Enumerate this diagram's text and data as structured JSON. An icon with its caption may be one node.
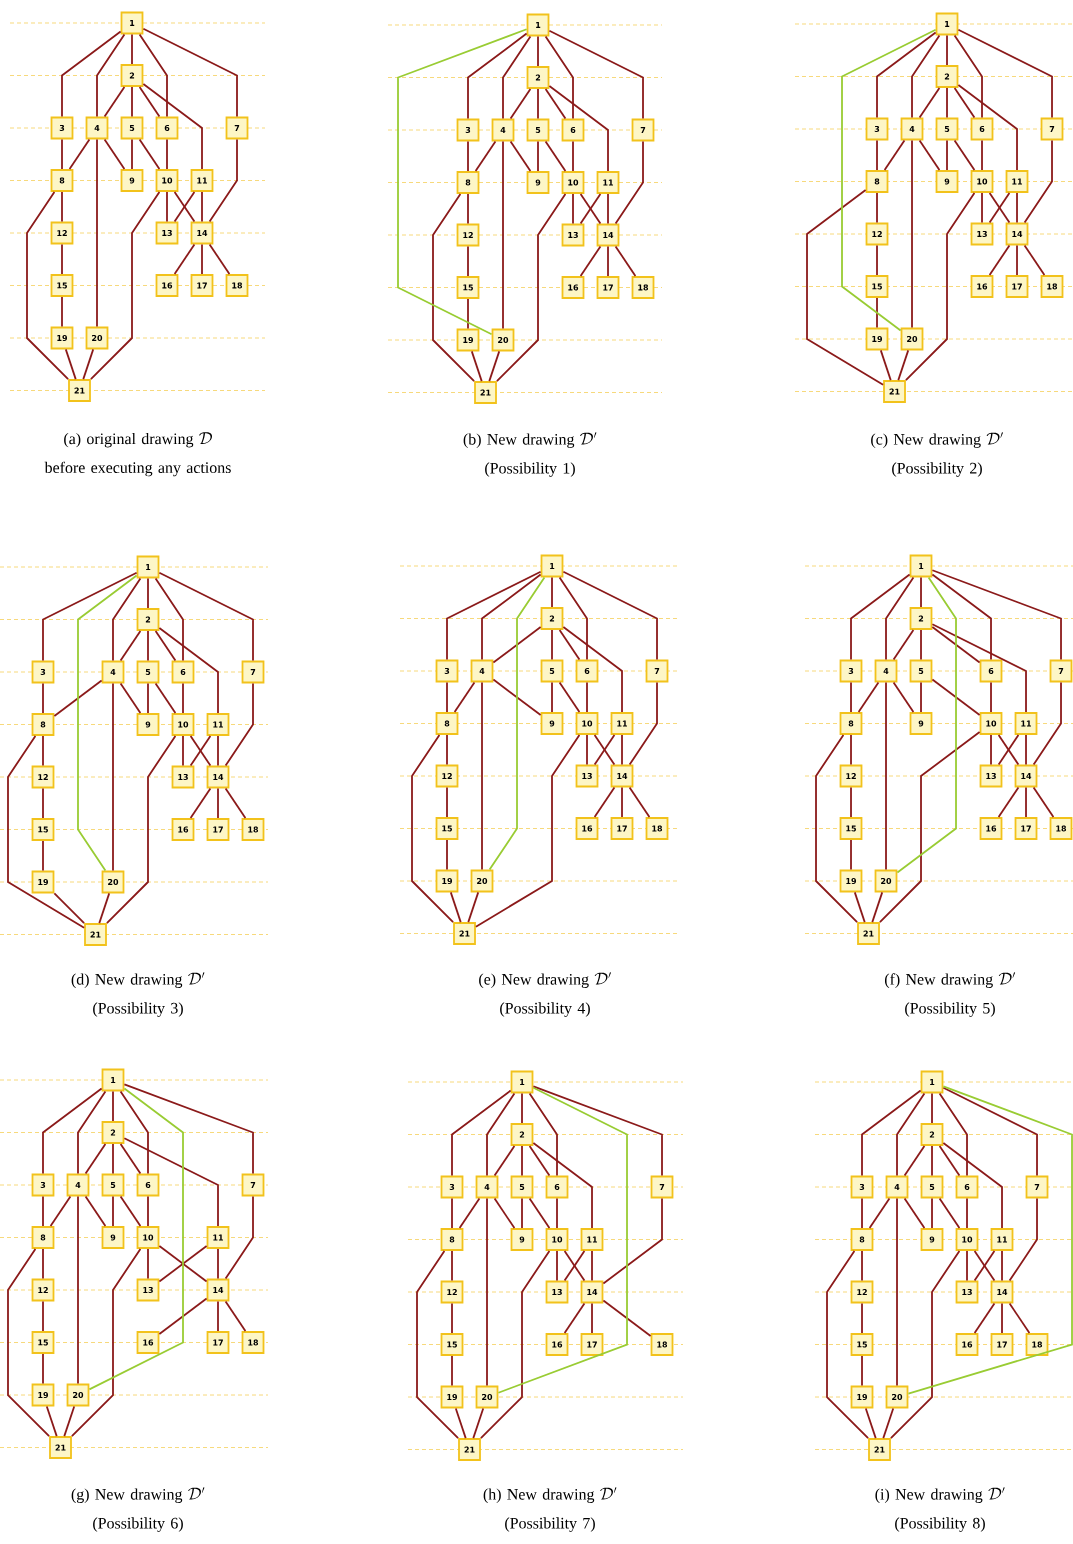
{
  "diagram": {
    "nodes": [
      {
        "text": [
          "1"
        ]
      },
      {
        "text": [
          "2"
        ]
      },
      {
        "text": [
          "3"
        ]
      },
      {
        "text": [
          "4"
        ]
      },
      {
        "text": [
          "5"
        ]
      },
      {
        "text": [
          "6"
        ]
      },
      {
        "text": [
          "7"
        ]
      },
      {
        "text": [
          "8"
        ]
      },
      {
        "text": [
          "9"
        ]
      },
      {
        "text": [
          "10"
        ]
      },
      {
        "text": [
          "11"
        ]
      },
      {
        "text": [
          "12"
        ]
      },
      {
        "text": [
          "13"
        ]
      },
      {
        "text": [
          "14"
        ]
      },
      {
        "text": [
          "15"
        ]
      },
      {
        "text": [
          "16"
        ]
      },
      {
        "text": [
          "17"
        ]
      },
      {
        "text": [
          "18"
        ]
      },
      {
        "text": [
          "19"
        ]
      },
      {
        "text": [
          "20"
        ]
      },
      {
        "text": [
          "21"
        ]
      },
      {
        "text": [
          "1"
        ]
      },
      {
        "text": [
          "2"
        ]
      },
      {
        "text": [
          "3"
        ]
      },
      {
        "text": [
          "4"
        ]
      },
      {
        "text": [
          "5"
        ]
      },
      {
        "text": [
          "6"
        ]
      },
      {
        "text": [
          "7"
        ]
      },
      {
        "text": [
          "8"
        ]
      },
      {
        "text": [
          "9"
        ]
      },
      {
        "text": [
          "10"
        ]
      },
      {
        "text": [
          "11"
        ]
      },
      {
        "text": [
          "12"
        ]
      },
      {
        "text": [
          "13"
        ]
      },
      {
        "text": [
          "14"
        ]
      },
      {
        "text": [
          "15"
        ]
      },
      {
        "text": [
          "16"
        ]
      },
      {
        "text": [
          "17"
        ]
      },
      {
        "text": [
          "18"
        ]
      },
      {
        "text": [
          "19"
        ]
      },
      {
        "text": [
          "20"
        ]
      },
      {
        "text": [
          "21"
        ]
      },
      {
        "text": [
          "1"
        ]
      },
      {
        "text": [
          "2"
        ]
      },
      {
        "text": [
          "3"
        ]
      },
      {
        "text": [
          "4"
        ]
      },
      {
        "text": [
          "5"
        ]
      },
      {
        "text": [
          "6"
        ]
      },
      {
        "text": [
          "7"
        ]
      },
      {
        "text": [
          "8"
        ]
      },
      {
        "text": [
          "9"
        ]
      },
      {
        "text": [
          "10"
        ]
      },
      {
        "text": [
          "11"
        ]
      },
      {
        "text": [
          "12"
        ]
      },
      {
        "text": [
          "13"
        ]
      },
      {
        "text": [
          "14"
        ]
      },
      {
        "text": [
          "15"
        ]
      },
      {
        "text": [
          "16"
        ]
      },
      {
        "text": [
          "17"
        ]
      },
      {
        "text": [
          "18"
        ]
      },
      {
        "text": [
          "19"
        ]
      },
      {
        "text": [
          "20"
        ]
      },
      {
        "text": [
          "21"
        ]
      },
      {
        "text": [
          "1"
        ]
      },
      {
        "text": [
          "2"
        ]
      },
      {
        "text": [
          "3"
        ]
      },
      {
        "text": [
          "4"
        ]
      },
      {
        "text": [
          "5"
        ]
      },
      {
        "text": [
          "6"
        ]
      },
      {
        "text": [
          "7"
        ]
      },
      {
        "text": [
          "8"
        ]
      },
      {
        "text": [
          "9"
        ]
      },
      {
        "text": [
          "10"
        ]
      },
      {
        "text": [
          "11"
        ]
      },
      {
        "text": [
          "12"
        ]
      },
      {
        "text": [
          "13"
        ]
      },
      {
        "text": [
          "14"
        ]
      },
      {
        "text": [
          "15"
        ]
      },
      {
        "text": [
          "16"
        ]
      },
      {
        "text": [
          "17"
        ]
      },
      {
        "text": [
          "18"
        ]
      },
      {
        "text": [
          "19"
        ]
      },
      {
        "text": [
          "20"
        ]
      },
      {
        "text": [
          "21"
        ]
      },
      {
        "text": [
          "1"
        ]
      },
      {
        "text": [
          "2"
        ]
      },
      {
        "text": [
          "3"
        ]
      },
      {
        "text": [
          "4"
        ]
      },
      {
        "text": [
          "5"
        ]
      },
      {
        "text": [
          "6"
        ]
      },
      {
        "text": [
          "7"
        ]
      },
      {
        "text": [
          "8"
        ]
      },
      {
        "text": [
          "9"
        ]
      },
      {
        "text": [
          "10"
        ]
      },
      {
        "text": [
          "11"
        ]
      },
      {
        "text": [
          "12"
        ]
      },
      {
        "text": [
          "13"
        ]
      },
      {
        "text": [
          "14"
        ]
      },
      {
        "text": [
          "15"
        ]
      },
      {
        "text": [
          "16"
        ]
      },
      {
        "text": [
          "17"
        ]
      },
      {
        "text": [
          "18"
        ]
      },
      {
        "text": [
          "19"
        ]
      },
      {
        "text": [
          "20"
        ]
      },
      {
        "text": [
          "21"
        ]
      },
      {
        "text": [
          "1"
        ]
      },
      {
        "text": [
          "2"
        ]
      },
      {
        "text": [
          "3"
        ]
      },
      {
        "text": [
          "4"
        ]
      },
      {
        "text": [
          "5"
        ]
      },
      {
        "text": [
          "6"
        ]
      },
      {
        "text": [
          "7"
        ]
      },
      {
        "text": [
          "8"
        ]
      },
      {
        "text": [
          "9"
        ]
      },
      {
        "text": [
          "10"
        ]
      },
      {
        "text": [
          "11"
        ]
      },
      {
        "text": [
          "12"
        ]
      },
      {
        "text": [
          "13"
        ]
      },
      {
        "text": [
          "14"
        ]
      },
      {
        "text": [
          "15"
        ]
      },
      {
        "text": [
          "16"
        ]
      },
      {
        "text": [
          "17"
        ]
      },
      {
        "text": [
          "18"
        ]
      },
      {
        "text": [
          "19"
        ]
      },
      {
        "text": [
          "20"
        ]
      },
      {
        "text": [
          "21"
        ]
      },
      {
        "text": [
          "1"
        ]
      },
      {
        "text": [
          "2"
        ]
      },
      {
        "text": [
          "3"
        ]
      },
      {
        "text": [
          "4"
        ]
      },
      {
        "text": [
          "5"
        ]
      },
      {
        "text": [
          "6"
        ]
      },
      {
        "text": [
          "7"
        ]
      },
      {
        "text": [
          "8"
        ]
      },
      {
        "text": [
          "9"
        ]
      },
      {
        "text": [
          "10"
        ]
      },
      {
        "text": [
          "11"
        ]
      },
      {
        "text": [
          "12"
        ]
      },
      {
        "text": [
          "13"
        ]
      },
      {
        "text": [
          "14"
        ]
      },
      {
        "text": [
          "15"
        ]
      },
      {
        "text": [
          "16"
        ]
      },
      {
        "text": [
          "17"
        ]
      },
      {
        "text": [
          "18"
        ]
      },
      {
        "text": [
          "19"
        ]
      },
      {
        "text": [
          "20"
        ]
      },
      {
        "text": [
          "21"
        ]
      },
      {
        "text": [
          "1"
        ]
      },
      {
        "text": [
          "2"
        ]
      },
      {
        "text": [
          "3"
        ]
      },
      {
        "text": [
          "4"
        ]
      },
      {
        "text": [
          "5"
        ]
      },
      {
        "text": [
          "6"
        ]
      },
      {
        "text": [
          "7"
        ]
      },
      {
        "text": [
          "8"
        ]
      },
      {
        "text": [
          "9"
        ]
      },
      {
        "text": [
          "10"
        ]
      },
      {
        "text": [
          "11"
        ]
      },
      {
        "text": [
          "12"
        ]
      },
      {
        "text": [
          "13"
        ]
      },
      {
        "text": [
          "14"
        ]
      },
      {
        "text": [
          "15"
        ]
      },
      {
        "text": [
          "16"
        ]
      },
      {
        "text": [
          "17"
        ]
      },
      {
        "text": [
          "18"
        ]
      },
      {
        "text": [
          "19"
        ]
      },
      {
        "text": [
          "20"
        ]
      },
      {
        "text": [
          "21"
        ]
      },
      {
        "text": [
          "1"
        ]
      },
      {
        "text": [
          "2"
        ]
      },
      {
        "text": [
          "3"
        ]
      },
      {
        "text": [
          "4"
        ]
      },
      {
        "text": [
          "5"
        ]
      },
      {
        "text": [
          "6"
        ]
      },
      {
        "text": [
          "7"
        ]
      },
      {
        "text": [
          "8"
        ]
      },
      {
        "text": [
          "9"
        ]
      },
      {
        "text": [
          "10"
        ]
      },
      {
        "text": [
          "11"
        ]
      },
      {
        "text": [
          "12"
        ]
      },
      {
        "text": [
          "13"
        ]
      },
      {
        "text": [
          "14"
        ]
      },
      {
        "text": [
          "15"
        ]
      },
      {
        "text": [
          "16"
        ]
      },
      {
        "text": [
          "17"
        ]
      },
      {
        "text": [
          "18"
        ]
      },
      {
        "text": [
          "19"
        ]
      },
      {
        "text": [
          "20"
        ]
      },
      {
        "text": [
          "21"
        ]
      }
    ],
    "edges": [
      {
        "from": 0,
        "to": 1,
        "arrow": "none"
      },
      {
        "from": 0,
        "to": 2,
        "arrow": "none"
      },
      {
        "from": 0,
        "to": 3,
        "arrow": "none"
      },
      {
        "from": 0,
        "to": 5,
        "arrow": "none"
      },
      {
        "from": 0,
        "to": 6,
        "arrow": "none"
      },
      {
        "from": 1,
        "to": 3,
        "arrow": "none"
      },
      {
        "from": 1,
        "to": 4,
        "arrow": "none"
      },
      {
        "from": 1,
        "to": 5,
        "arrow": "none"
      },
      {
        "from": 1,
        "to": 10,
        "arrow": "none"
      },
      {
        "from": 2,
        "to": 7,
        "arrow": "none"
      },
      {
        "from": 3,
        "to": 7,
        "arrow": "none"
      },
      {
        "from": 3,
        "to": 8,
        "arrow": "none"
      },
      {
        "from": 3,
        "to": 19,
        "arrow": "none"
      },
      {
        "from": 4,
        "to": 8,
        "arrow": "none"
      },
      {
        "from": 4,
        "to": 9,
        "arrow": "none"
      },
      {
        "from": 5,
        "to": 9,
        "arrow": "none"
      },
      {
        "from": 6,
        "to": 13,
        "arrow": "none"
      },
      {
        "from": 7,
        "to": 11,
        "arrow": "none"
      },
      {
        "from": 7,
        "to": 20,
        "arrow": "none"
      },
      {
        "from": 9,
        "to": 12,
        "arrow": "none"
      },
      {
        "from": 9,
        "to": 13,
        "arrow": "none"
      },
      {
        "from": 9,
        "to": 20,
        "arrow": "none"
      },
      {
        "from": 10,
        "to": 12,
        "arrow": "none"
      },
      {
        "from": 10,
        "to": 13,
        "arrow": "none"
      },
      {
        "from": 11,
        "to": 14,
        "arrow": "none"
      },
      {
        "from": 13,
        "to": 15,
        "arrow": "none"
      },
      {
        "from": 13,
        "to": 16,
        "arrow": "none"
      },
      {
        "from": 13,
        "to": 17,
        "arrow": "none"
      },
      {
        "from": 14,
        "to": 18,
        "arrow": "none"
      },
      {
        "from": 18,
        "to": 20,
        "arrow": "none"
      },
      {
        "from": 19,
        "to": 20,
        "arrow": "none"
      },
      {
        "from": 21,
        "to": 22,
        "arrow": "none"
      },
      {
        "from": 21,
        "to": 23,
        "arrow": "none"
      },
      {
        "from": 21,
        "to": 24,
        "arrow": "none"
      },
      {
        "from": 21,
        "to": 26,
        "arrow": "none"
      },
      {
        "from": 21,
        "to": 27,
        "arrow": "none"
      },
      {
        "from": 22,
        "to": 24,
        "arrow": "none"
      },
      {
        "from": 22,
        "to": 25,
        "arrow": "none"
      },
      {
        "from": 22,
        "to": 26,
        "arrow": "none"
      },
      {
        "from": 22,
        "to": 31,
        "arrow": "none"
      },
      {
        "from": 23,
        "to": 28,
        "arrow": "none"
      },
      {
        "from": 24,
        "to": 28,
        "arrow": "none"
      },
      {
        "from": 24,
        "to": 29,
        "arrow": "none"
      },
      {
        "from": 24,
        "to": 40,
        "arrow": "none"
      },
      {
        "from": 25,
        "to": 29,
        "arrow": "none"
      },
      {
        "from": 25,
        "to": 30,
        "arrow": "none"
      },
      {
        "from": 26,
        "to": 30,
        "arrow": "none"
      },
      {
        "from": 27,
        "to": 34,
        "arrow": "none"
      },
      {
        "from": 28,
        "to": 32,
        "arrow": "none"
      },
      {
        "from": 28,
        "to": 41,
        "arrow": "none"
      },
      {
        "from": 30,
        "to": 33,
        "arrow": "none"
      },
      {
        "from": 30,
        "to": 34,
        "arrow": "none"
      },
      {
        "from": 30,
        "to": 41,
        "arrow": "none"
      },
      {
        "from": 31,
        "to": 33,
        "arrow": "none"
      },
      {
        "from": 31,
        "to": 34,
        "arrow": "none"
      },
      {
        "from": 32,
        "to": 35,
        "arrow": "none"
      },
      {
        "from": 34,
        "to": 36,
        "arrow": "none"
      },
      {
        "from": 34,
        "to": 37,
        "arrow": "none"
      },
      {
        "from": 34,
        "to": 38,
        "arrow": "none"
      },
      {
        "from": 35,
        "to": 39,
        "arrow": "none"
      },
      {
        "from": 39,
        "to": 41,
        "arrow": "none"
      },
      {
        "from": 40,
        "to": 41,
        "arrow": "none"
      },
      {
        "from": 21,
        "to": 40,
        "arrow": "none",
        "color": "#99cc33"
      },
      {
        "from": 42,
        "to": 43,
        "arrow": "none"
      },
      {
        "from": 42,
        "to": 44,
        "arrow": "none"
      },
      {
        "from": 42,
        "to": 45,
        "arrow": "none"
      },
      {
        "from": 42,
        "to": 47,
        "arrow": "none"
      },
      {
        "from": 42,
        "to": 48,
        "arrow": "none"
      },
      {
        "from": 43,
        "to": 45,
        "arrow": "none"
      },
      {
        "from": 43,
        "to": 46,
        "arrow": "none"
      },
      {
        "from": 43,
        "to": 47,
        "arrow": "none"
      },
      {
        "from": 43,
        "to": 52,
        "arrow": "none"
      },
      {
        "from": 44,
        "to": 49,
        "arrow": "none"
      },
      {
        "from": 45,
        "to": 49,
        "arrow": "none"
      },
      {
        "from": 45,
        "to": 50,
        "arrow": "none"
      },
      {
        "from": 45,
        "to": 61,
        "arrow": "none"
      },
      {
        "from": 46,
        "to": 50,
        "arrow": "none"
      },
      {
        "from": 46,
        "to": 51,
        "arrow": "none"
      },
      {
        "from": 47,
        "to": 51,
        "arrow": "none"
      },
      {
        "from": 48,
        "to": 55,
        "arrow": "none"
      },
      {
        "from": 49,
        "to": 53,
        "arrow": "none"
      },
      {
        "from": 49,
        "to": 62,
        "arrow": "none"
      },
      {
        "from": 51,
        "to": 54,
        "arrow": "none"
      },
      {
        "from": 51,
        "to": 55,
        "arrow": "none"
      },
      {
        "from": 51,
        "to": 62,
        "arrow": "none"
      },
      {
        "from": 52,
        "to": 54,
        "arrow": "none"
      },
      {
        "from": 52,
        "to": 55,
        "arrow": "none"
      },
      {
        "from": 53,
        "to": 56,
        "arrow": "none"
      },
      {
        "from": 55,
        "to": 57,
        "arrow": "none"
      },
      {
        "from": 55,
        "to": 58,
        "arrow": "none"
      },
      {
        "from": 55,
        "to": 59,
        "arrow": "none"
      },
      {
        "from": 56,
        "to": 60,
        "arrow": "none"
      },
      {
        "from": 60,
        "to": 62,
        "arrow": "none"
      },
      {
        "from": 61,
        "to": 62,
        "arrow": "none"
      },
      {
        "from": 42,
        "to": 61,
        "arrow": "none",
        "color": "#99cc33"
      },
      {
        "from": 63,
        "to": 64,
        "arrow": "none"
      },
      {
        "from": 63,
        "to": 65,
        "arrow": "none"
      },
      {
        "from": 63,
        "to": 66,
        "arrow": "none"
      },
      {
        "from": 63,
        "to": 68,
        "arrow": "none"
      },
      {
        "from": 63,
        "to": 69,
        "arrow": "none"
      },
      {
        "from": 64,
        "to": 66,
        "arrow": "none"
      },
      {
        "from": 64,
        "to": 67,
        "arrow": "none"
      },
      {
        "from": 64,
        "to": 68,
        "arrow": "none"
      },
      {
        "from": 64,
        "to": 73,
        "arrow": "none"
      },
      {
        "from": 65,
        "to": 70,
        "arrow": "none"
      },
      {
        "from": 66,
        "to": 70,
        "arrow": "none"
      },
      {
        "from": 66,
        "to": 71,
        "arrow": "none"
      },
      {
        "from": 66,
        "to": 82,
        "arrow": "none"
      },
      {
        "from": 67,
        "to": 71,
        "arrow": "none"
      },
      {
        "from": 67,
        "to": 72,
        "arrow": "none"
      },
      {
        "from": 68,
        "to": 72,
        "arrow": "none"
      },
      {
        "from": 69,
        "to": 76,
        "arrow": "none"
      },
      {
        "from": 70,
        "to": 74,
        "arrow": "none"
      },
      {
        "from": 70,
        "to": 83,
        "arrow": "none"
      },
      {
        "from": 72,
        "to": 75,
        "arrow": "none"
      },
      {
        "from": 72,
        "to": 76,
        "arrow": "none"
      },
      {
        "from": 72,
        "to": 83,
        "arrow": "none"
      },
      {
        "from": 73,
        "to": 75,
        "arrow": "none"
      },
      {
        "from": 73,
        "to": 76,
        "arrow": "none"
      },
      {
        "from": 74,
        "to": 77,
        "arrow": "none"
      },
      {
        "from": 76,
        "to": 78,
        "arrow": "none"
      },
      {
        "from": 76,
        "to": 79,
        "arrow": "none"
      },
      {
        "from": 76,
        "to": 80,
        "arrow": "none"
      },
      {
        "from": 77,
        "to": 81,
        "arrow": "none"
      },
      {
        "from": 81,
        "to": 83,
        "arrow": "none"
      },
      {
        "from": 82,
        "to": 83,
        "arrow": "none"
      },
      {
        "from": 63,
        "to": 82,
        "arrow": "none",
        "color": "#99cc33"
      },
      {
        "from": 84,
        "to": 85,
        "arrow": "none"
      },
      {
        "from": 84,
        "to": 86,
        "arrow": "none"
      },
      {
        "from": 84,
        "to": 87,
        "arrow": "none"
      },
      {
        "from": 84,
        "to": 89,
        "arrow": "none"
      },
      {
        "from": 84,
        "to": 90,
        "arrow": "none"
      },
      {
        "from": 85,
        "to": 87,
        "arrow": "none"
      },
      {
        "from": 85,
        "to": 88,
        "arrow": "none"
      },
      {
        "from": 85,
        "to": 89,
        "arrow": "none"
      },
      {
        "from": 85,
        "to": 94,
        "arrow": "none"
      },
      {
        "from": 86,
        "to": 91,
        "arrow": "none"
      },
      {
        "from": 87,
        "to": 91,
        "arrow": "none"
      },
      {
        "from": 87,
        "to": 92,
        "arrow": "none"
      },
      {
        "from": 87,
        "to": 103,
        "arrow": "none"
      },
      {
        "from": 88,
        "to": 92,
        "arrow": "none"
      },
      {
        "from": 88,
        "to": 93,
        "arrow": "none"
      },
      {
        "from": 89,
        "to": 93,
        "arrow": "none"
      },
      {
        "from": 90,
        "to": 97,
        "arrow": "none"
      },
      {
        "from": 91,
        "to": 95,
        "arrow": "none"
      },
      {
        "from": 91,
        "to": 104,
        "arrow": "none"
      },
      {
        "from": 93,
        "to": 96,
        "arrow": "none"
      },
      {
        "from": 93,
        "to": 97,
        "arrow": "none"
      },
      {
        "from": 93,
        "to": 104,
        "arrow": "none"
      },
      {
        "from": 94,
        "to": 96,
        "arrow": "none"
      },
      {
        "from": 94,
        "to": 97,
        "arrow": "none"
      },
      {
        "from": 95,
        "to": 98,
        "arrow": "none"
      },
      {
        "from": 97,
        "to": 99,
        "arrow": "none"
      },
      {
        "from": 97,
        "to": 100,
        "arrow": "none"
      },
      {
        "from": 97,
        "to": 101,
        "arrow": "none"
      },
      {
        "from": 98,
        "to": 102,
        "arrow": "none"
      },
      {
        "from": 102,
        "to": 104,
        "arrow": "none"
      },
      {
        "from": 103,
        "to": 104,
        "arrow": "none"
      },
      {
        "from": 84,
        "to": 103,
        "arrow": "none",
        "color": "#99cc33"
      },
      {
        "from": 105,
        "to": 106,
        "arrow": "none"
      },
      {
        "from": 105,
        "to": 107,
        "arrow": "none"
      },
      {
        "from": 105,
        "to": 108,
        "arrow": "none"
      },
      {
        "from": 105,
        "to": 110,
        "arrow": "none"
      },
      {
        "from": 105,
        "to": 111,
        "arrow": "none"
      },
      {
        "from": 106,
        "to": 108,
        "arrow": "none"
      },
      {
        "from": 106,
        "to": 109,
        "arrow": "none"
      },
      {
        "from": 106,
        "to": 110,
        "arrow": "none"
      },
      {
        "from": 106,
        "to": 115,
        "arrow": "none"
      },
      {
        "from": 107,
        "to": 112,
        "arrow": "none"
      },
      {
        "from": 108,
        "to": 112,
        "arrow": "none"
      },
      {
        "from": 108,
        "to": 113,
        "arrow": "none"
      },
      {
        "from": 108,
        "to": 124,
        "arrow": "none"
      },
      {
        "from": 109,
        "to": 113,
        "arrow": "none"
      },
      {
        "from": 109,
        "to": 114,
        "arrow": "none"
      },
      {
        "from": 110,
        "to": 114,
        "arrow": "none"
      },
      {
        "from": 111,
        "to": 118,
        "arrow": "none"
      },
      {
        "from": 112,
        "to": 116,
        "arrow": "none"
      },
      {
        "from": 112,
        "to": 125,
        "arrow": "none"
      },
      {
        "from": 114,
        "to": 117,
        "arrow": "none"
      },
      {
        "from": 114,
        "to": 118,
        "arrow": "none"
      },
      {
        "from": 114,
        "to": 125,
        "arrow": "none"
      },
      {
        "from": 115,
        "to": 117,
        "arrow": "none"
      },
      {
        "from": 115,
        "to": 118,
        "arrow": "none"
      },
      {
        "from": 116,
        "to": 119,
        "arrow": "none"
      },
      {
        "from": 118,
        "to": 120,
        "arrow": "none"
      },
      {
        "from": 118,
        "to": 121,
        "arrow": "none"
      },
      {
        "from": 118,
        "to": 122,
        "arrow": "none"
      },
      {
        "from": 119,
        "to": 123,
        "arrow": "none"
      },
      {
        "from": 123,
        "to": 125,
        "arrow": "none"
      },
      {
        "from": 124,
        "to": 125,
        "arrow": "none"
      },
      {
        "from": 105,
        "to": 124,
        "arrow": "none",
        "color": "#99cc33"
      },
      {
        "from": 126,
        "to": 127,
        "arrow": "none"
      },
      {
        "from": 126,
        "to": 128,
        "arrow": "none"
      },
      {
        "from": 126,
        "to": 129,
        "arrow": "none"
      },
      {
        "from": 126,
        "to": 131,
        "arrow": "none"
      },
      {
        "from": 126,
        "to": 132,
        "arrow": "none"
      },
      {
        "from": 127,
        "to": 129,
        "arrow": "none"
      },
      {
        "from": 127,
        "to": 130,
        "arrow": "none"
      },
      {
        "from": 127,
        "to": 131,
        "arrow": "none"
      },
      {
        "from": 127,
        "to": 136,
        "arrow": "none"
      },
      {
        "from": 128,
        "to": 133,
        "arrow": "none"
      },
      {
        "from": 129,
        "to": 133,
        "arrow": "none"
      },
      {
        "from": 129,
        "to": 134,
        "arrow": "none"
      },
      {
        "from": 129,
        "to": 145,
        "arrow": "none"
      },
      {
        "from": 130,
        "to": 134,
        "arrow": "none"
      },
      {
        "from": 130,
        "to": 135,
        "arrow": "none"
      },
      {
        "from": 131,
        "to": 135,
        "arrow": "none"
      },
      {
        "from": 132,
        "to": 139,
        "arrow": "none"
      },
      {
        "from": 133,
        "to": 137,
        "arrow": "none"
      },
      {
        "from": 133,
        "to": 146,
        "arrow": "none"
      },
      {
        "from": 135,
        "to": 138,
        "arrow": "none"
      },
      {
        "from": 135,
        "to": 139,
        "arrow": "none"
      },
      {
        "from": 135,
        "to": 146,
        "arrow": "none"
      },
      {
        "from": 136,
        "to": 138,
        "arrow": "none"
      },
      {
        "from": 136,
        "to": 139,
        "arrow": "none"
      },
      {
        "from": 137,
        "to": 140,
        "arrow": "none"
      },
      {
        "from": 139,
        "to": 141,
        "arrow": "none"
      },
      {
        "from": 139,
        "to": 142,
        "arrow": "none"
      },
      {
        "from": 139,
        "to": 143,
        "arrow": "none"
      },
      {
        "from": 140,
        "to": 144,
        "arrow": "none"
      },
      {
        "from": 144,
        "to": 146,
        "arrow": "none"
      },
      {
        "from": 145,
        "to": 146,
        "arrow": "none"
      },
      {
        "from": 126,
        "to": 145,
        "arrow": "none",
        "color": "#99cc33"
      },
      {
        "from": 147,
        "to": 148,
        "arrow": "none"
      },
      {
        "from": 147,
        "to": 149,
        "arrow": "none"
      },
      {
        "from": 147,
        "to": 150,
        "arrow": "none"
      },
      {
        "from": 147,
        "to": 152,
        "arrow": "none"
      },
      {
        "from": 147,
        "to": 153,
        "arrow": "none"
      },
      {
        "from": 148,
        "to": 150,
        "arrow": "none"
      },
      {
        "from": 148,
        "to": 151,
        "arrow": "none"
      },
      {
        "from": 148,
        "to": 152,
        "arrow": "none"
      },
      {
        "from": 148,
        "to": 157,
        "arrow": "none"
      },
      {
        "from": 149,
        "to": 154,
        "arrow": "none"
      },
      {
        "from": 150,
        "to": 154,
        "arrow": "none"
      },
      {
        "from": 150,
        "to": 155,
        "arrow": "none"
      },
      {
        "from": 150,
        "to": 166,
        "arrow": "none"
      },
      {
        "from": 151,
        "to": 155,
        "arrow": "none"
      },
      {
        "from": 151,
        "to": 156,
        "arrow": "none"
      },
      {
        "from": 152,
        "to": 156,
        "arrow": "none"
      },
      {
        "from": 153,
        "to": 160,
        "arrow": "none"
      },
      {
        "from": 154,
        "to": 158,
        "arrow": "none"
      },
      {
        "from": 154,
        "to": 167,
        "arrow": "none"
      },
      {
        "from": 156,
        "to": 159,
        "arrow": "none"
      },
      {
        "from": 156,
        "to": 160,
        "arrow": "none"
      },
      {
        "from": 156,
        "to": 167,
        "arrow": "none"
      },
      {
        "from": 157,
        "to": 159,
        "arrow": "none"
      },
      {
        "from": 157,
        "to": 160,
        "arrow": "none"
      },
      {
        "from": 158,
        "to": 161,
        "arrow": "none"
      },
      {
        "from": 160,
        "to": 162,
        "arrow": "none"
      },
      {
        "from": 160,
        "to": 163,
        "arrow": "none"
      },
      {
        "from": 160,
        "to": 164,
        "arrow": "none"
      },
      {
        "from": 161,
        "to": 165,
        "arrow": "none"
      },
      {
        "from": 165,
        "to": 167,
        "arrow": "none"
      },
      {
        "from": 166,
        "to": 167,
        "arrow": "none"
      },
      {
        "from": 147,
        "to": 166,
        "arrow": "none",
        "color": "#99cc33"
      },
      {
        "from": 168,
        "to": 169,
        "arrow": "none"
      },
      {
        "from": 168,
        "to": 170,
        "arrow": "none"
      },
      {
        "from": 168,
        "to": 171,
        "arrow": "none"
      },
      {
        "from": 168,
        "to": 173,
        "arrow": "none"
      },
      {
        "from": 168,
        "to": 174,
        "arrow": "none"
      },
      {
        "from": 169,
        "to": 171,
        "arrow": "none"
      },
      {
        "from": 169,
        "to": 172,
        "arrow": "none"
      },
      {
        "from": 169,
        "to": 173,
        "arrow": "none"
      },
      {
        "from": 169,
        "to": 178,
        "arrow": "none"
      },
      {
        "from": 170,
        "to": 175,
        "arrow": "none"
      },
      {
        "from": 171,
        "to": 175,
        "arrow": "none"
      },
      {
        "from": 171,
        "to": 176,
        "arrow": "none"
      },
      {
        "from": 171,
        "to": 187,
        "arrow": "none"
      },
      {
        "from": 172,
        "to": 176,
        "arrow": "none"
      },
      {
        "from": 172,
        "to": 177,
        "arrow": "none"
      },
      {
        "from": 173,
        "to": 177,
        "arrow": "none"
      },
      {
        "from": 174,
        "to": 181,
        "arrow": "none"
      },
      {
        "from": 175,
        "to": 179,
        "arrow": "none"
      },
      {
        "from": 175,
        "to": 188,
        "arrow": "none"
      },
      {
        "from": 177,
        "to": 180,
        "arrow": "none"
      },
      {
        "from": 177,
        "to": 181,
        "arrow": "none"
      },
      {
        "from": 177,
        "to": 188,
        "arrow": "none"
      },
      {
        "from": 178,
        "to": 180,
        "arrow": "none"
      },
      {
        "from": 178,
        "to": 181,
        "arrow": "none"
      },
      {
        "from": 179,
        "to": 182,
        "arrow": "none"
      },
      {
        "from": 181,
        "to": 183,
        "arrow": "none"
      },
      {
        "from": 181,
        "to": 184,
        "arrow": "none"
      },
      {
        "from": 181,
        "to": 185,
        "arrow": "none"
      },
      {
        "from": 182,
        "to": 186,
        "arrow": "none"
      },
      {
        "from": 186,
        "to": 188,
        "arrow": "none"
      },
      {
        "from": 187,
        "to": 188,
        "arrow": "none"
      },
      {
        "from": 168,
        "to": 187,
        "arrow": "none",
        "color": "#99cc33"
      }
    ],
    "labels": [
      "(a) original drawing",
      "\\mathcal{D}",
      "before executing any actions",
      "(b) New drawing",
      "\\mathcal{D}'",
      "(Possibility 1)",
      "(c) New drawing",
      "\\mathcal{D}'",
      "(Possibility 2)",
      "(d) New drawing",
      "\\mathcal{D}'",
      "(Possibility 3)",
      "(e) New drawing",
      "\\mathcal{D}'",
      "(Possibility 4)",
      "(f) New drawing",
      "\\mathcal{D}'",
      "(Possibility 5)",
      "(g) New drawing",
      "\\mathcal{D}'",
      "(Possibility 6)",
      "(h) New drawing",
      "\\mathcal{D}'",
      "(Possibility 7)",
      "(i) New drawing",
      "\\mathcal{D}'",
      "(Possibility 8)"
    ]
  }
}
